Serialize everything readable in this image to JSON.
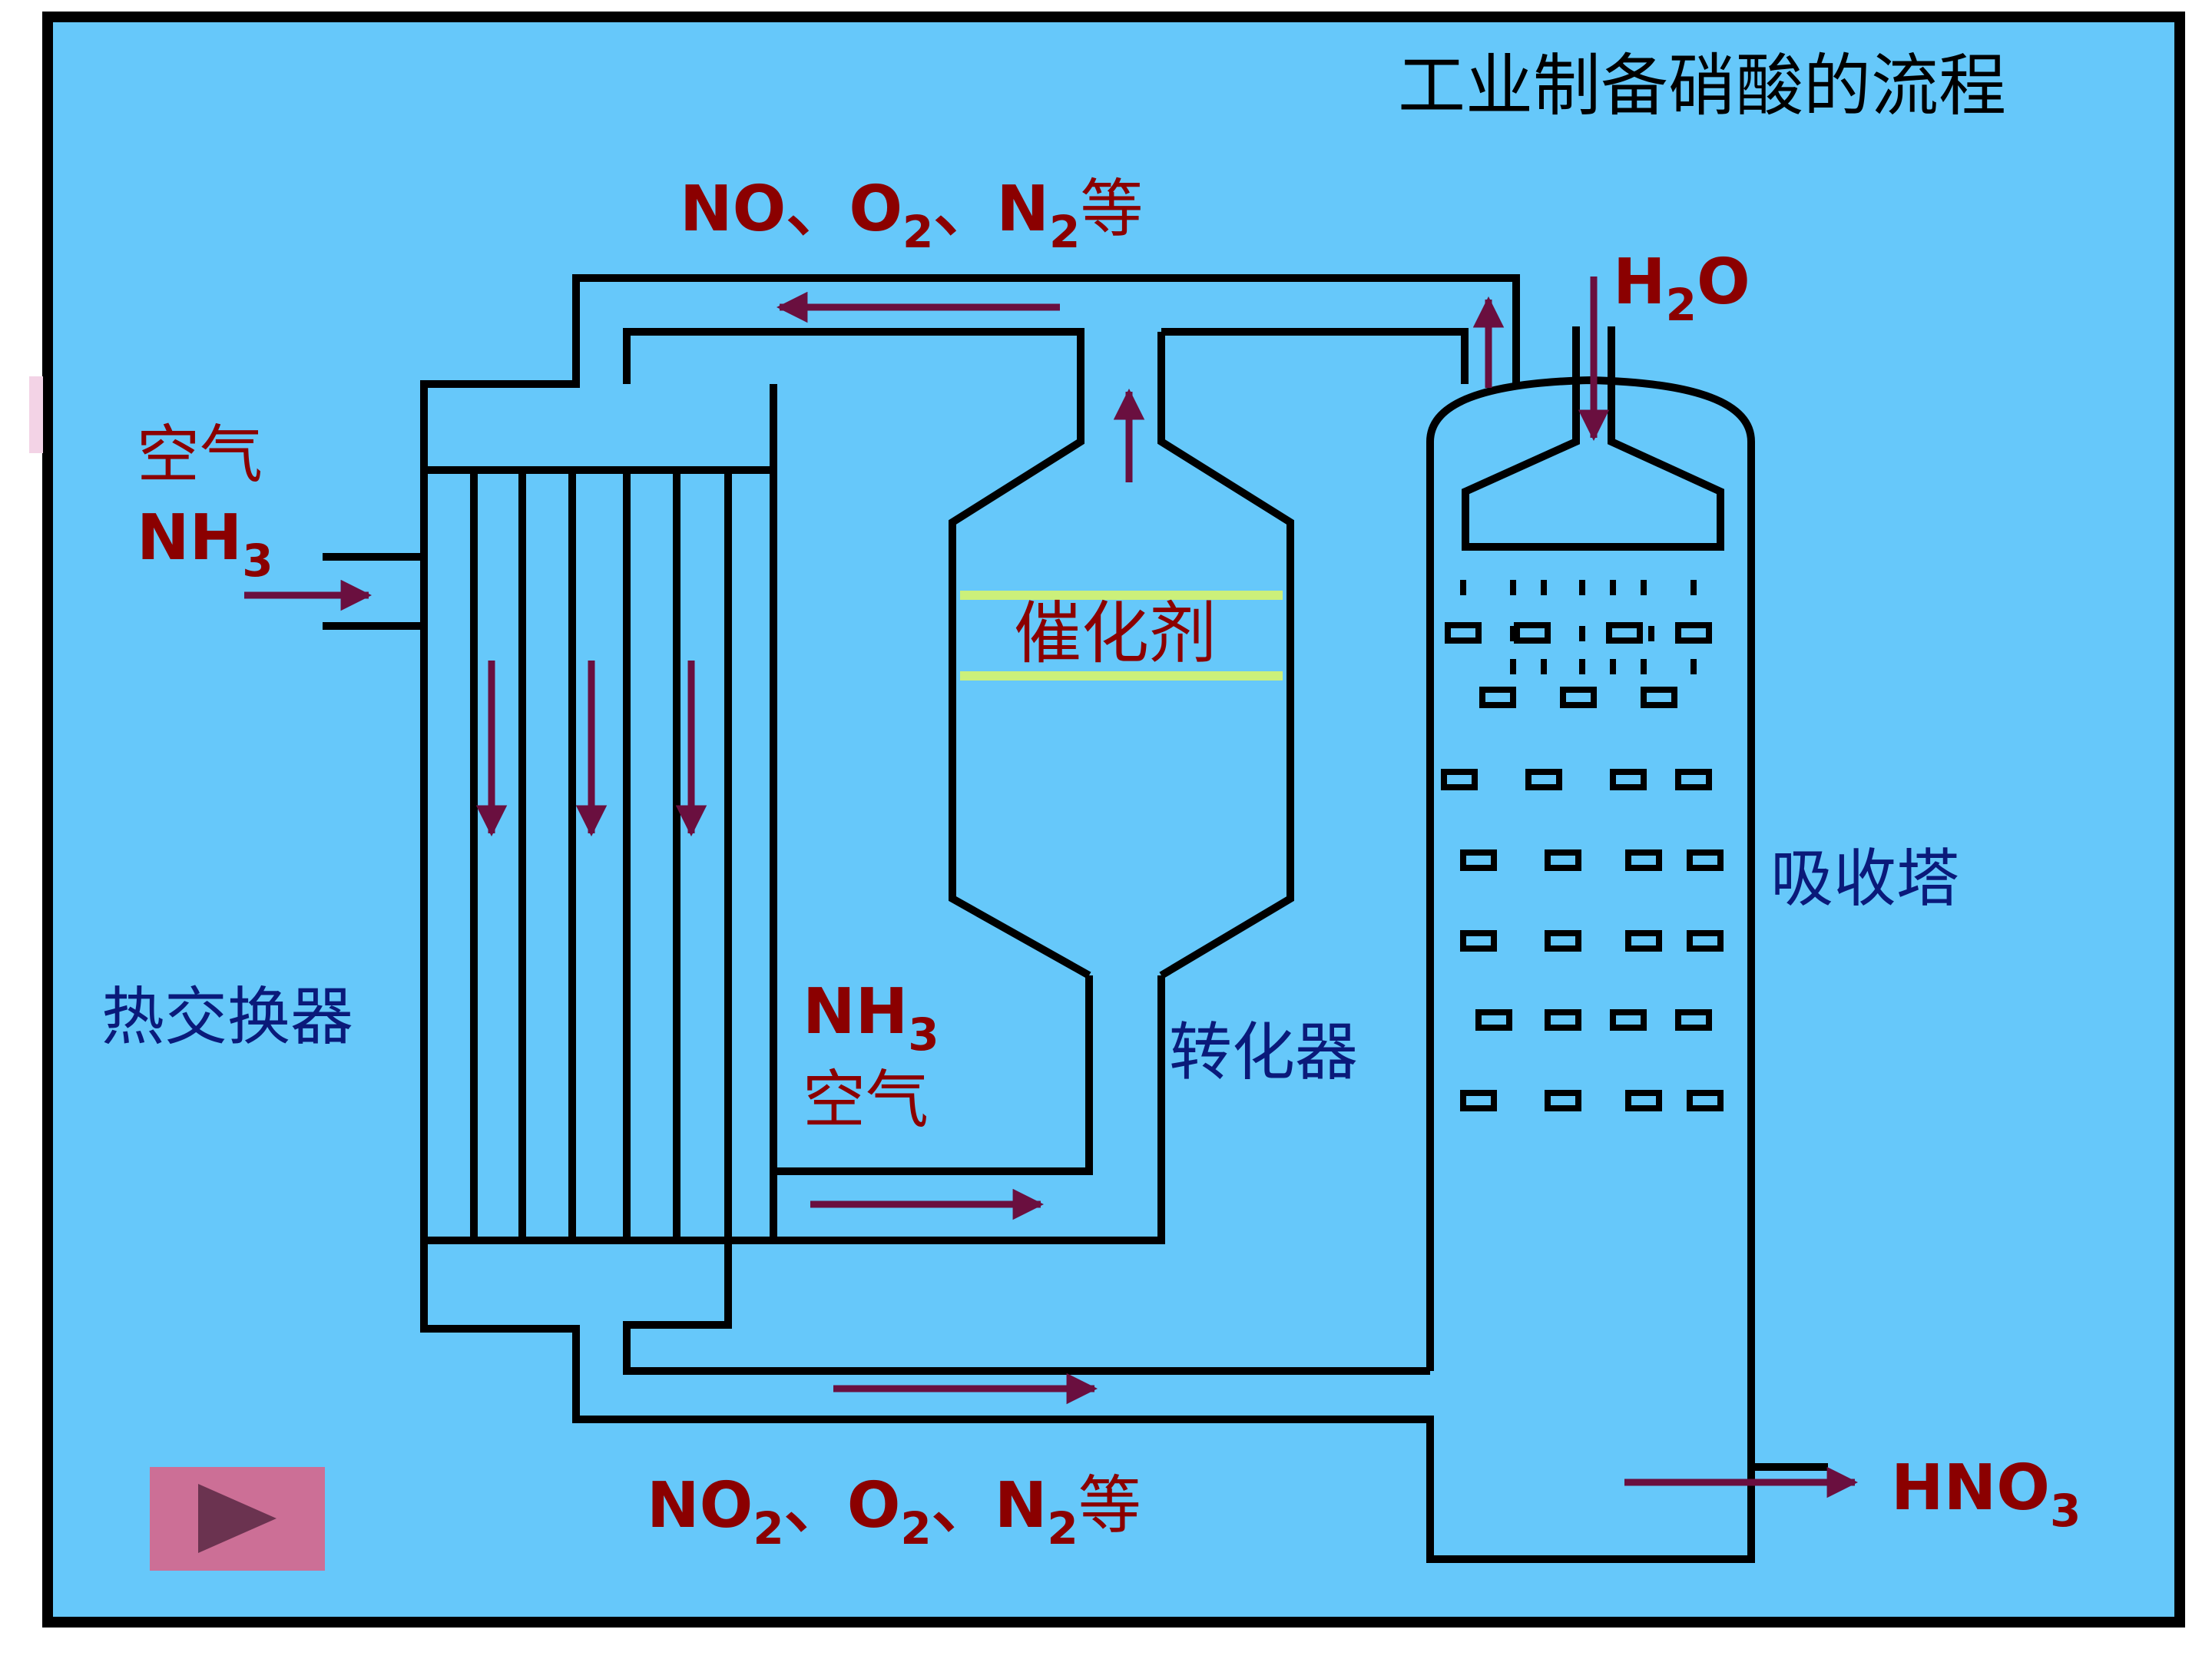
{
  "title": "工业制备硝酸的流程",
  "labels": {
    "top_gas": {
      "main": "NO、O",
      "sub1": "2",
      "mid": "、N",
      "sub2": "2",
      "tail": "等"
    },
    "water": {
      "pre": "H",
      "sub": "2",
      "post": "O"
    },
    "inlet_air": "空气",
    "inlet_nh3": {
      "pre": "NH",
      "sub": "3"
    },
    "catalyst": "催化剂",
    "heat_exchanger": "热交换器",
    "mix_nh3": {
      "pre": "NH",
      "sub": "3"
    },
    "mix_air": "空气",
    "converter": "转化器",
    "absorber": "吸收塔",
    "bottom_gas": {
      "main": "NO",
      "sub1": "2",
      "mid": "、O",
      "sub2": "2",
      "mid2": "、N",
      "sub3": "2",
      "tail": "等"
    },
    "product": {
      "pre": "HNO",
      "sub": "3"
    }
  },
  "colors": {
    "background": "#66c8fa",
    "frame": "#000000",
    "pipe": "#000000",
    "label_red": "#8b0000",
    "label_blue": "#0a1a7a",
    "arrow": "#6a0f3f",
    "catalyst_band": "#ccf07a",
    "button_bg": "#cc6f96",
    "button_triangle": "#6b3350"
  },
  "icons": {
    "play": "play-triangle-icon"
  }
}
